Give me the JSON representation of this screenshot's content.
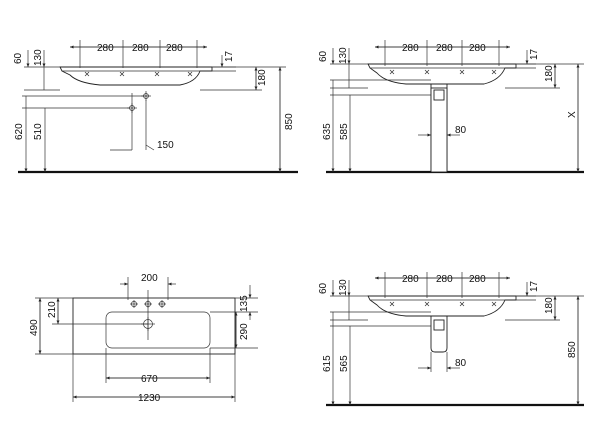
{
  "views": {
    "top_left": {
      "d_280_a": "280",
      "d_280_b": "280",
      "d_280_c": "280",
      "d_60": "60",
      "d_130": "130",
      "d_17": "17",
      "d_180": "180",
      "d_850": "850",
      "d_620": "620",
      "d_510": "510",
      "d_150": "150"
    },
    "top_right": {
      "d_280_a": "280",
      "d_280_b": "280",
      "d_280_c": "280",
      "d_60": "60",
      "d_130": "130",
      "d_17": "17",
      "d_180": "180",
      "d_x": "X",
      "d_635": "635",
      "d_585": "585",
      "d_80": "80"
    },
    "plan": {
      "d_200": "200",
      "d_490": "490",
      "d_210": "210",
      "d_135": "135",
      "d_290": "290",
      "d_670": "670",
      "d_1230": "1230"
    },
    "bottom_right": {
      "d_280_a": "280",
      "d_280_b": "280",
      "d_280_c": "280",
      "d_60": "60",
      "d_130": "130",
      "d_17": "17",
      "d_180": "180",
      "d_850": "850",
      "d_615": "615",
      "d_565": "565",
      "d_80": "80"
    }
  }
}
